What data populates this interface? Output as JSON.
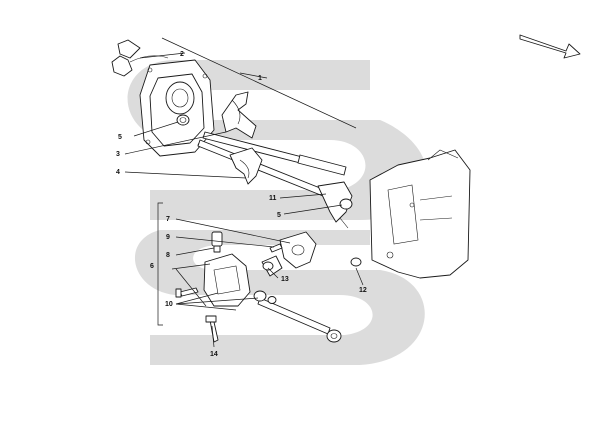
{
  "colors": {
    "watermark": "#d6d6d6",
    "line": "#1a1a1a",
    "background": "#ffffff"
  },
  "orientation_icon": "direction-arrow-icon",
  "callouts": [
    {
      "id": "c1",
      "label": "1"
    },
    {
      "id": "c2",
      "label": "2"
    },
    {
      "id": "c3",
      "label": "3"
    },
    {
      "id": "c4",
      "label": "4"
    },
    {
      "id": "c5a",
      "label": "5"
    },
    {
      "id": "c5b",
      "label": "5"
    },
    {
      "id": "c6",
      "label": "6"
    },
    {
      "id": "c7",
      "label": "7"
    },
    {
      "id": "c8",
      "label": "8"
    },
    {
      "id": "c9",
      "label": "9"
    },
    {
      "id": "c10",
      "label": "10"
    },
    {
      "id": "c11",
      "label": "11"
    },
    {
      "id": "c12",
      "label": "12"
    },
    {
      "id": "c13",
      "label": "13"
    },
    {
      "id": "c14",
      "label": "14"
    }
  ]
}
